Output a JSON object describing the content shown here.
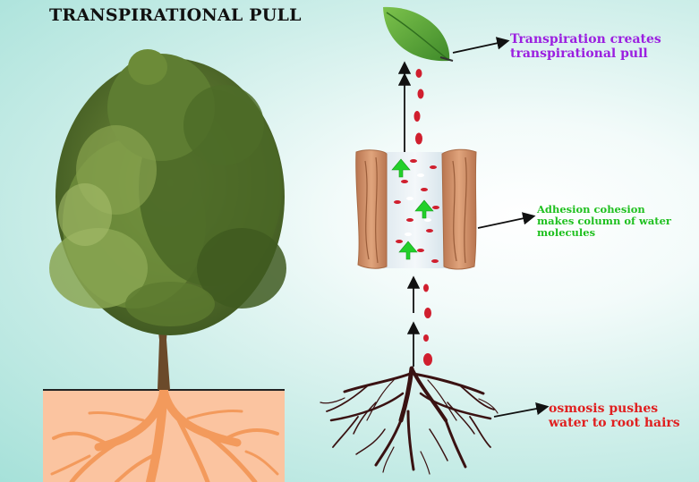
{
  "title": "TRANSPIRATIONAL PULL",
  "labels": {
    "transpiration": {
      "line1": "Transpiration creates",
      "line2": "transpirational pull"
    },
    "adhesion": {
      "line1": "Adhesion cohesion",
      "line2": "makes column of water",
      "line3": "molecules"
    },
    "osmosis": {
      "line1": "osmosis pushes",
      "line2": "water to root hairs"
    }
  },
  "colors": {
    "transpiration_text": "#9b1fe0",
    "adhesion_text": "#1fc01f",
    "osmosis_text": "#e02020",
    "water_drop": "#d01f2e",
    "leaf": "#5fa83a",
    "soil": "#fbc4a0",
    "roots_ground": "#f5a064",
    "bark": "#c88660",
    "up_arrow": "#22d02a"
  },
  "icons": [
    "leaf-icon",
    "tree-icon",
    "xylem-vessel-icon",
    "root-system-icon",
    "water-drop-icon",
    "arrow-icon"
  ]
}
